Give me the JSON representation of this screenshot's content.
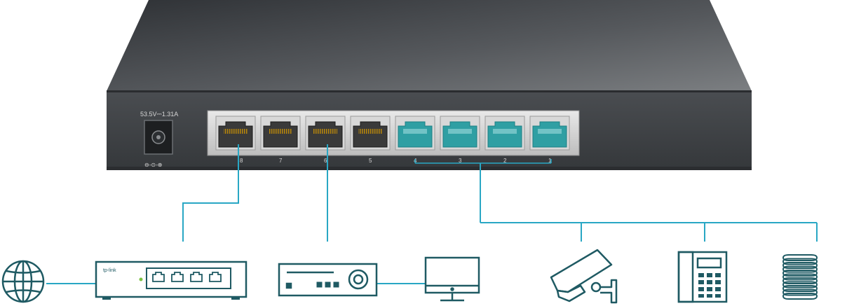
{
  "switch": {
    "power_label": "53.5V⎓1.31A",
    "polarity_label": "⊖-⊙-⊕",
    "ports": [
      {
        "label": "8",
        "poe": false,
        "connected_to": "router"
      },
      {
        "label": "7",
        "poe": false,
        "connected_to": null
      },
      {
        "label": "6",
        "poe": false,
        "connected_to": "nvr"
      },
      {
        "label": "5",
        "poe": false,
        "connected_to": null
      },
      {
        "label": "4",
        "poe": true,
        "connected_to": "poe-group"
      },
      {
        "label": "3",
        "poe": true,
        "connected_to": "poe-group"
      },
      {
        "label": "2",
        "poe": true,
        "connected_to": "poe-group"
      },
      {
        "label": "1",
        "poe": true,
        "connected_to": "poe-group"
      }
    ]
  },
  "devices": {
    "router_brand": "tp-link",
    "icons": [
      "globe-icon",
      "router-icon",
      "nvr-icon",
      "monitor-icon",
      "camera-icon",
      "ip-phone-icon",
      "access-point-icon"
    ]
  },
  "colors": {
    "link_line": "#29a7c4",
    "device_stroke": "#1f5a63",
    "poe_port": "#2f9fa3",
    "switch_body": "#3c3f43"
  }
}
